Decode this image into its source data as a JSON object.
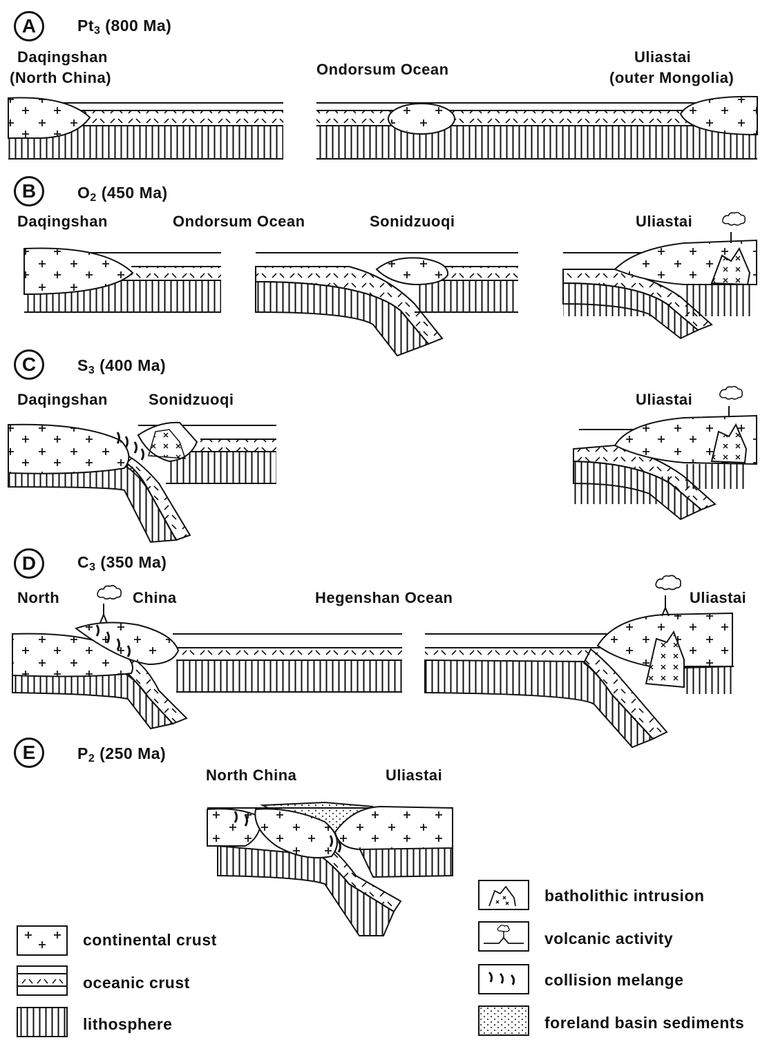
{
  "panels": [
    {
      "letter": "A",
      "era": "Pt",
      "era_sub": "3",
      "age": "(800 Ma)",
      "labels": {
        "left": [
          "Daqingshan",
          "(North China)"
        ],
        "middle": "Ondorsum Ocean",
        "right": [
          "Uliastai",
          "(outer Mongolia)"
        ]
      }
    },
    {
      "letter": "B",
      "era": "O",
      "era_sub": "2",
      "age": "(450 Ma)",
      "labels": {
        "left": "Daqingshan",
        "middle1": "Ondorsum Ocean",
        "middle2": "Sonidzuoqi",
        "right": "Uliastai"
      }
    },
    {
      "letter": "C",
      "era": "S",
      "era_sub": "3",
      "age": "(400 Ma)",
      "labels": {
        "left": "Daqingshan",
        "middle": "Sonidzuoqi",
        "right": "Uliastai"
      }
    },
    {
      "letter": "D",
      "era": "C",
      "era_sub": "3",
      "age": "(350 Ma)",
      "labels": {
        "left1": "North",
        "left2": "China",
        "middle": "Hegenshan Ocean",
        "right": "Uliastai"
      }
    },
    {
      "letter": "E",
      "era": "P",
      "era_sub": "2",
      "age": "(250 Ma)",
      "labels": {
        "left": "North China",
        "right": "Uliastai"
      }
    }
  ],
  "legend": {
    "continental": "continental crust",
    "oceanic": "oceanic crust",
    "lithosphere": "lithosphere",
    "batholith": "batholithic intrusion",
    "volcanic": "volcanic activity",
    "melange": "collision melange",
    "foreland": "foreland basin sediments"
  }
}
